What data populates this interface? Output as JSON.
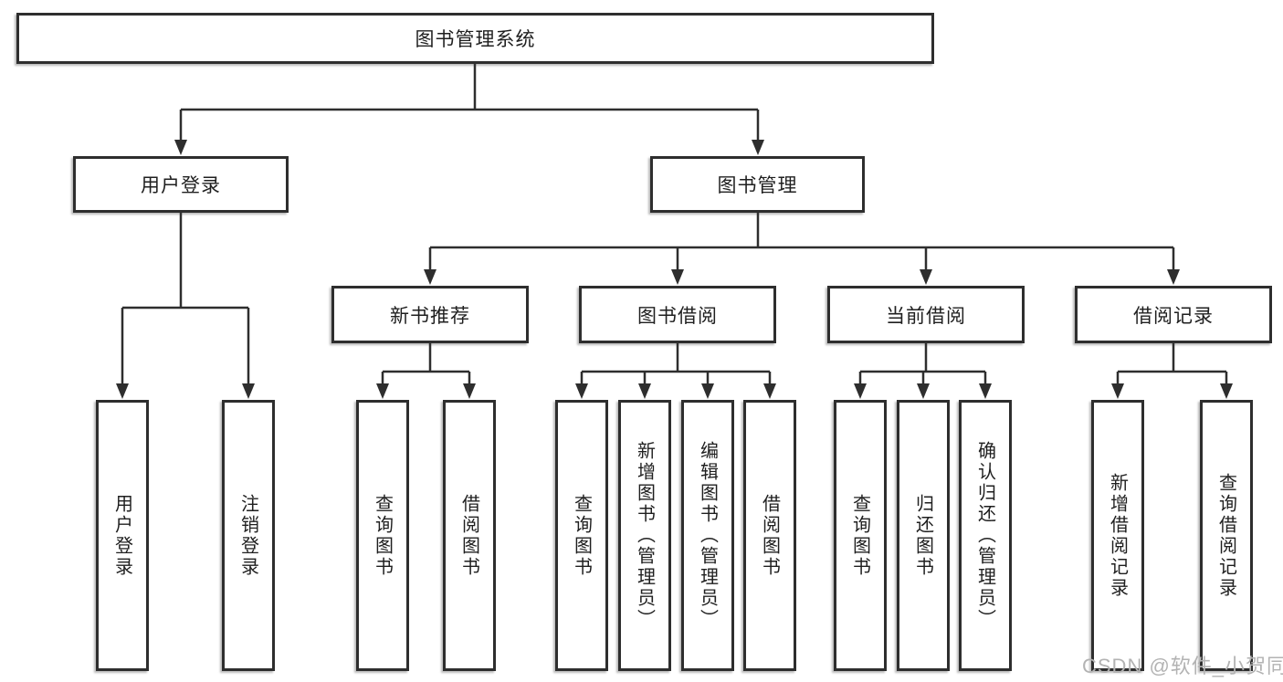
{
  "diagram": {
    "title": "图书管理系统",
    "watermark": "CSDN @软件_小贺同学",
    "colors": {
      "background": "#ffffff",
      "box_border": "#2e2e2e",
      "line": "#2e2e2e",
      "text": "#1f1f1f",
      "watermark_text": "#b3b3b3"
    },
    "nodes": {
      "root": {
        "label": "图书管理系统"
      },
      "user_login": {
        "label": "用户登录"
      },
      "book_mgmt": {
        "label": "图书管理"
      },
      "new_book": {
        "label": "新书推荐"
      },
      "book_borrow": {
        "label": "图书借阅"
      },
      "current_borrow": {
        "label": "当前借阅"
      },
      "borrow_record": {
        "label": "借阅记录"
      },
      "leaf_user_login": {
        "label": "用户登录"
      },
      "leaf_logout": {
        "label": "注销登录"
      },
      "leaf_nb_query": {
        "label": "查询图书"
      },
      "leaf_nb_borrow": {
        "label": "借阅图书"
      },
      "leaf_bb_query": {
        "label": "查询图书"
      },
      "leaf_bb_add": {
        "label": "新增图书（管理员）"
      },
      "leaf_bb_edit": {
        "label": "编辑图书（管理员）"
      },
      "leaf_bb_borrow": {
        "label": "借阅图书"
      },
      "leaf_cb_query": {
        "label": "查询图书"
      },
      "leaf_cb_return": {
        "label": "归还图书"
      },
      "leaf_cb_confirm": {
        "label": "确认归还（管理员）"
      },
      "leaf_br_add": {
        "label": "新增借阅记录"
      },
      "leaf_br_query": {
        "label": "查询借阅记录"
      }
    },
    "hierarchy": {
      "图书管理系统": [
        "用户登录",
        "图书管理"
      ],
      "用户登录": [
        "用户登录",
        "注销登录"
      ],
      "图书管理": [
        "新书推荐",
        "图书借阅",
        "当前借阅",
        "借阅记录"
      ],
      "新书推荐": [
        "查询图书",
        "借阅图书"
      ],
      "图书借阅": [
        "查询图书",
        "新增图书（管理员）",
        "编辑图书（管理员）",
        "借阅图书"
      ],
      "当前借阅": [
        "查询图书",
        "归还图书",
        "确认归还（管理员）"
      ],
      "借阅记录": [
        "新增借阅记录",
        "查询借阅记录"
      ]
    }
  }
}
